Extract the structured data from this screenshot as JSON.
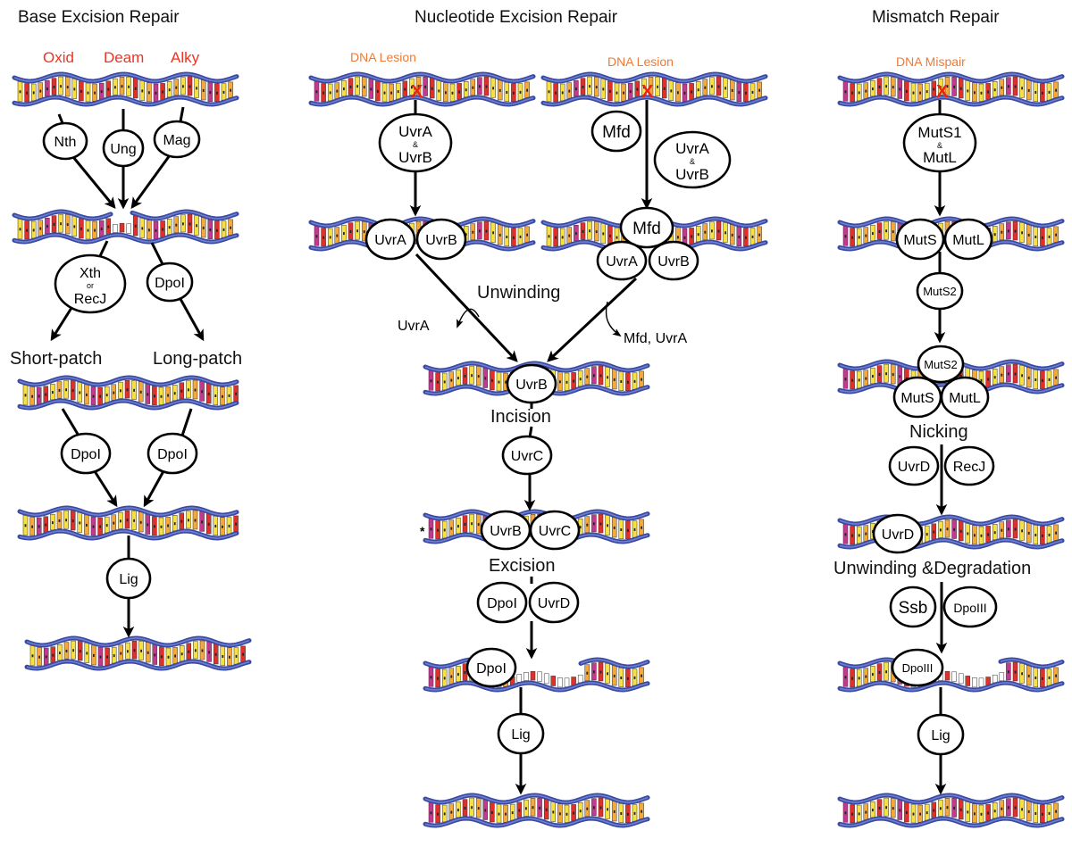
{
  "colors": {
    "backbone": "#3a4aa3",
    "backbone_light": "#6f7fd0",
    "base_yellow": "#f6e043",
    "base_orange": "#f4a93a",
    "base_red": "#e0302a",
    "base_magenta": "#c23a8e",
    "lesion": "#ee2211",
    "lesion_label": "#f07a35"
  },
  "columns": {
    "ber": {
      "title": "Base Excision Repair",
      "damage_types": [
        "Oxid",
        "Deam",
        "Alky"
      ],
      "glycosylases": [
        "Nth",
        "Ung",
        "Mag"
      ],
      "endo_top": "Xth",
      "endo_or": "or",
      "endo_bottom": "RecJ",
      "dpol": "DpoI",
      "short_patch": "Short-patch",
      "long_patch": "Long-patch",
      "dpol_left": "DpoI",
      "dpol_right": "DpoI",
      "lig": "Lig"
    },
    "ner": {
      "title": "Nucleotide Excision Repair",
      "lesion_left": "DNA Lesion",
      "lesion_right": "DNA Lesion",
      "lesion_mark": "X",
      "uvra_top": "UvrA",
      "uvra_and": "&",
      "uvrb_bottom": "UvrB",
      "mfd": "Mfd",
      "uvra_top2": "UvrA",
      "uvra_and2": "&",
      "uvrb_bottom2": "UvrB",
      "bound_uvra": "UvrA",
      "bound_uvrb": "UvrB",
      "bound_mfd": "Mfd",
      "bound_uvra2": "UvrA",
      "bound_uvrb2": "UvrB",
      "unwinding": "Unwinding",
      "release_left": "UvrA",
      "release_right": "Mfd, UvrA",
      "uvrb_on_dna": "UvrB",
      "incision": "Incision",
      "uvrc": "UvrC",
      "cut_uvrb": "UvrB",
      "cut_uvrc": "UvrC",
      "cut_mark": "*",
      "excision": "Excision",
      "dpoi": "DpoI",
      "uvrd": "UvrD",
      "dpoi_on_dna": "DpoI",
      "lig": "Lig"
    },
    "mmr": {
      "title": "Mismatch Repair",
      "lesion": "DNA Mispair",
      "lesion_mark": "X",
      "muts1": "MutS1",
      "muts_and": "&",
      "mutl_free": "MutL",
      "muts_bound": "MutS",
      "mutl_bound": "MutL",
      "muts2": "MutS2",
      "muts2_bound": "MutS2",
      "muts_b2": "MutS",
      "mutl_b2": "MutL",
      "nicking": "Nicking",
      "uvrd": "UvrD",
      "recj": "RecJ",
      "uvrd_on_dna": "UvrD",
      "unwinding_degradation": "Unwinding &Degradation",
      "ssb": "Ssb",
      "dpoiii": "DpoIII",
      "dpoiii_on_dna": "DpoIII",
      "lig": "Lig"
    }
  }
}
